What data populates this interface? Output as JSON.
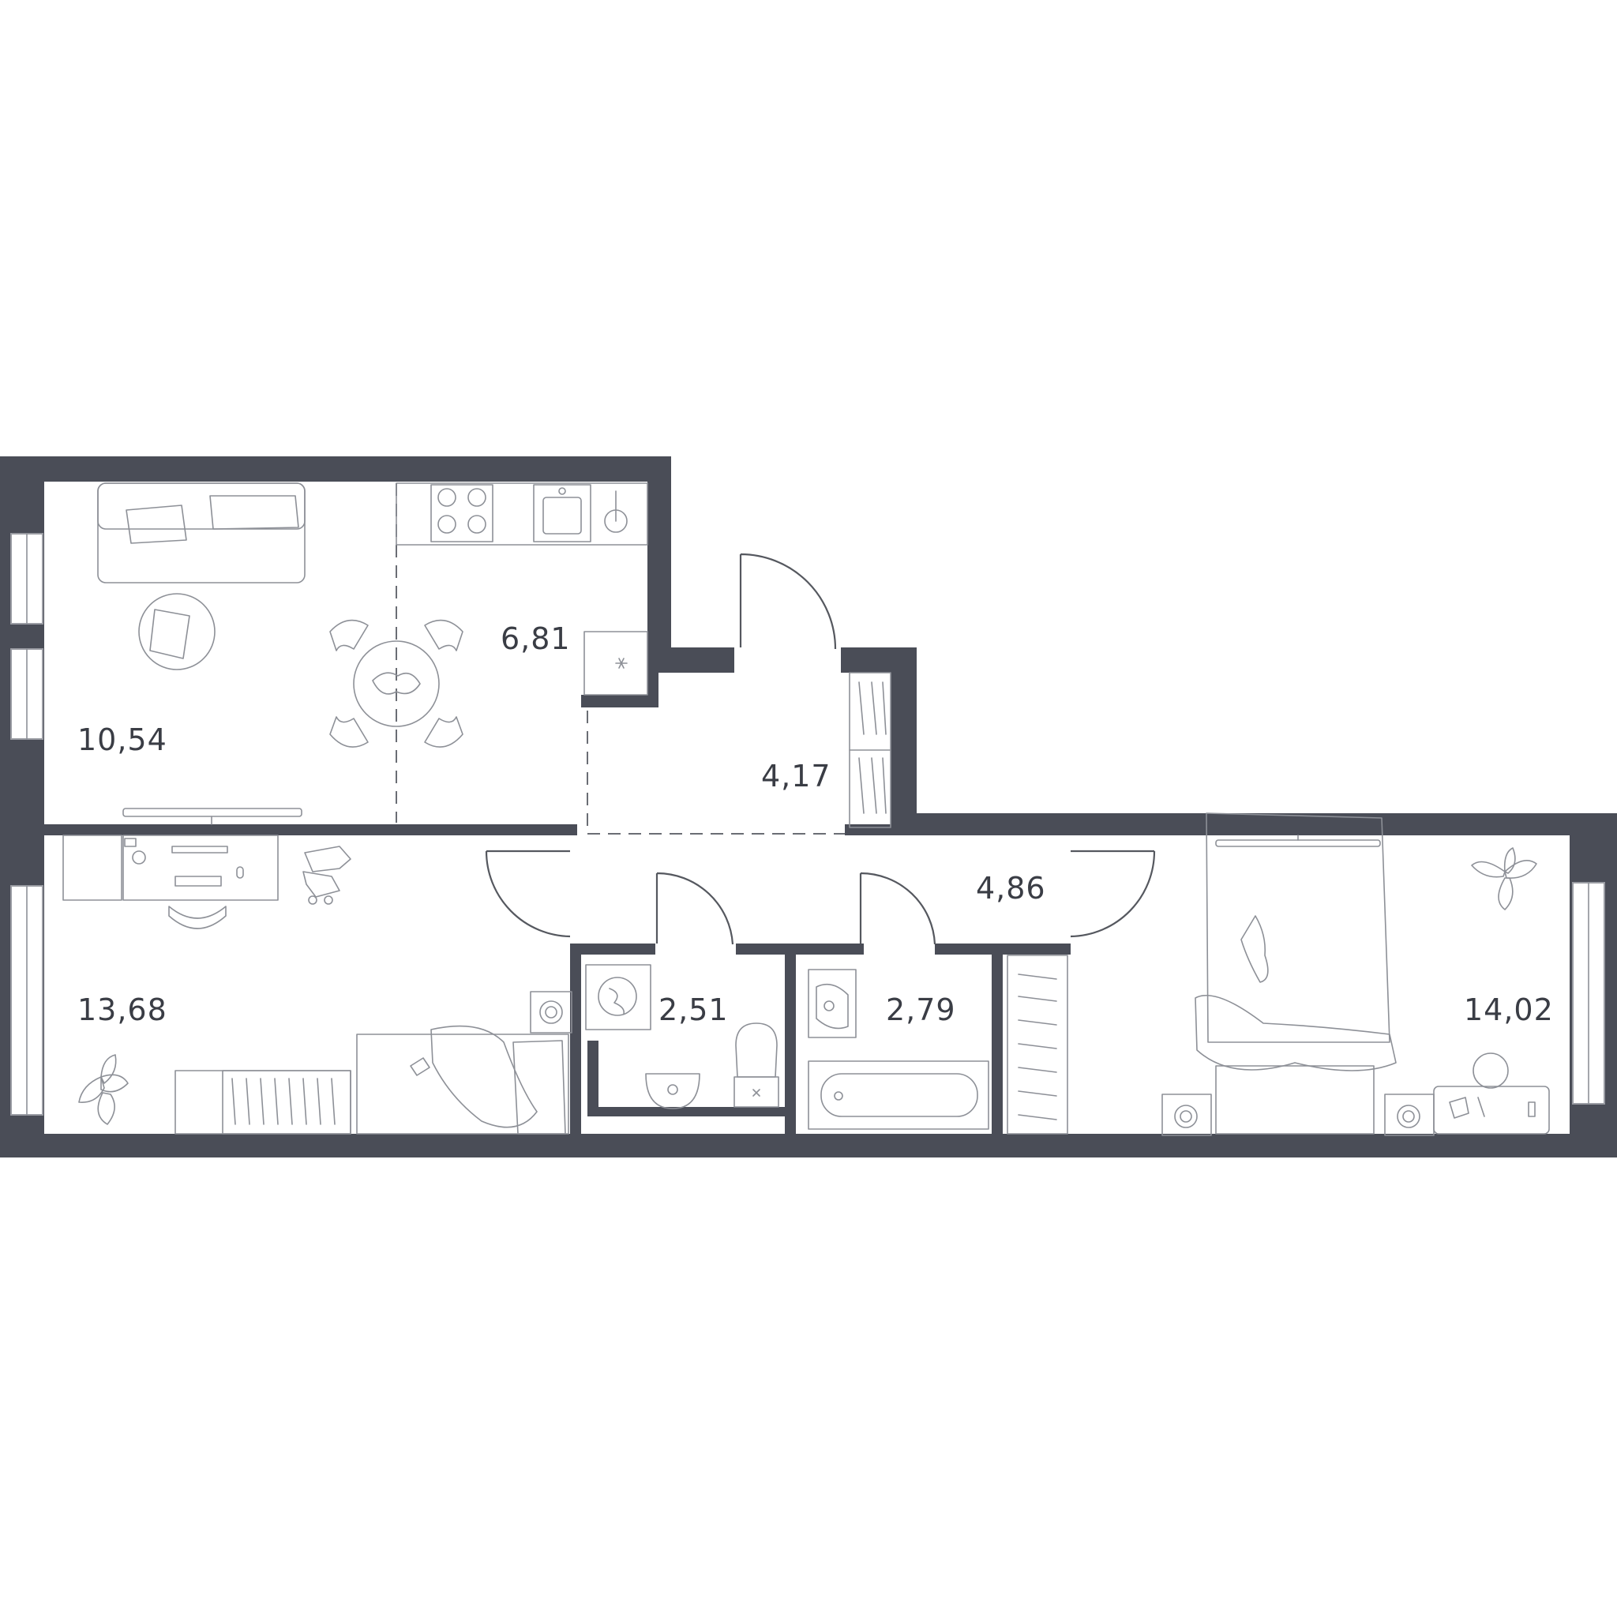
{
  "colors": {
    "wall": "#4a4d57",
    "furniture": "#8d9097",
    "label": "#3a3d45",
    "background": "#ffffff"
  },
  "rooms": [
    {
      "id": "living",
      "area": "10,54"
    },
    {
      "id": "kitchen",
      "area": "6,81"
    },
    {
      "id": "entry",
      "area": "4,17"
    },
    {
      "id": "hall",
      "area": "4,86"
    },
    {
      "id": "bedroom-left",
      "area": "13,68"
    },
    {
      "id": "toilet",
      "area": "2,51"
    },
    {
      "id": "bathroom",
      "area": "2,79"
    },
    {
      "id": "bedroom-right",
      "area": "14,02"
    }
  ],
  "furniture": [
    "sofa",
    "coffee-table",
    "dining-table",
    "kitchen-counter",
    "cooktop",
    "sink",
    "faucet",
    "tv",
    "desk",
    "office-chair",
    "bed",
    "wardrobe",
    "washing-machine",
    "toilet-bowl",
    "bathtub",
    "washbasin",
    "plant",
    "nightstand",
    "roller-skates",
    "cat"
  ]
}
